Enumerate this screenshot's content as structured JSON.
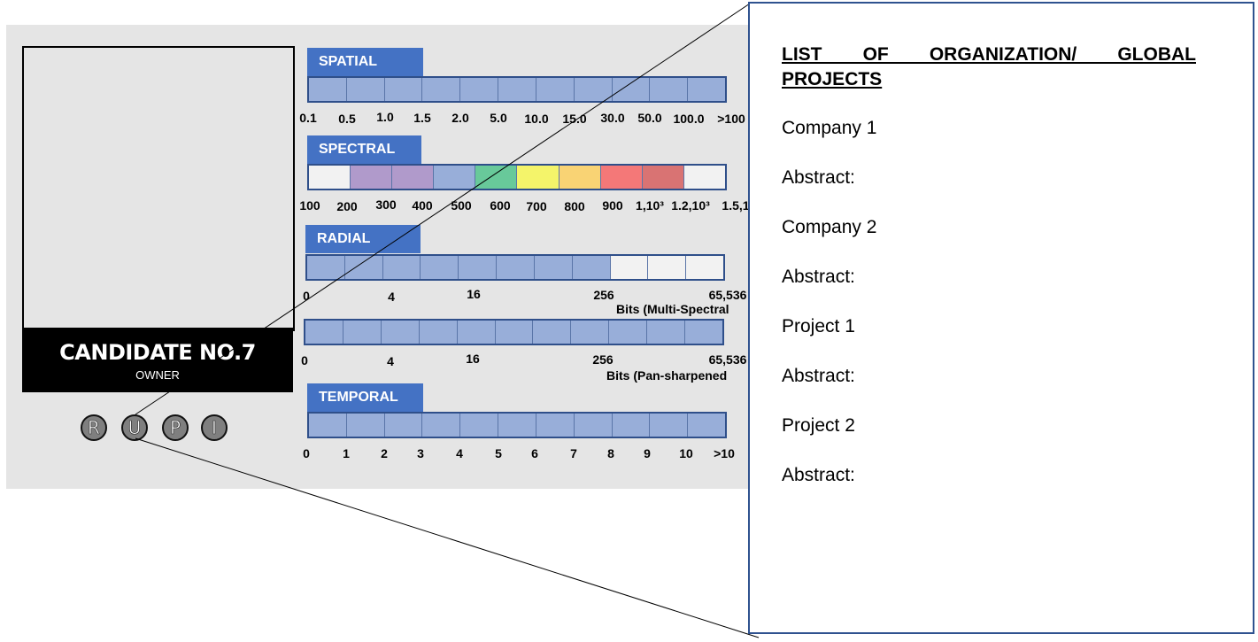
{
  "candidate": {
    "name": "CANDIDATE NO.7",
    "role": "OWNER",
    "badges": [
      "R",
      "U",
      "P",
      "I"
    ]
  },
  "spatial": {
    "title": "SPATIAL",
    "ticks": [
      "0.1",
      "0.5",
      "1.0",
      "1.5",
      "2.0",
      "5.0",
      "10.0",
      "15.0",
      "30.0",
      "50.0",
      "100.0",
      ">100"
    ],
    "cell_colors": [
      "#98aed9",
      "#98aed9",
      "#98aed9",
      "#98aed9",
      "#98aed9",
      "#98aed9",
      "#98aed9",
      "#98aed9",
      "#98aed9",
      "#98aed9",
      "#98aed9"
    ]
  },
  "spectral": {
    "title": "SPECTRAL",
    "ticks": [
      "100",
      "200",
      "300",
      "400",
      "500",
      "600",
      "700",
      "800",
      "900",
      "1,10³",
      "1.2,10³",
      "1.5,1"
    ],
    "cell_colors": [
      "#f2f2f2",
      "#b09acb",
      "#b09acb",
      "#98aed9",
      "#68c99a",
      "#f4f46a",
      "#f9d374",
      "#f47878",
      "#d97373",
      "#f2f2f2"
    ]
  },
  "radial_ms": {
    "title": "RADIAL",
    "ticks": [
      "0",
      "4",
      "16",
      "256",
      "65,536"
    ],
    "caption": "Bits (Multi-Spectral",
    "cell_colors": [
      "#98aed9",
      "#98aed9",
      "#98aed9",
      "#98aed9",
      "#98aed9",
      "#98aed9",
      "#98aed9",
      "#98aed9",
      "#f2f2f2",
      "#f2f2f2",
      "#f2f2f2"
    ]
  },
  "radial_pan": {
    "ticks": [
      "0",
      "4",
      "16",
      "256",
      "65,536"
    ],
    "caption": "Bits (Pan-sharpened",
    "cell_colors": [
      "#98aed9",
      "#98aed9",
      "#98aed9",
      "#98aed9",
      "#98aed9",
      "#98aed9",
      "#98aed9",
      "#98aed9",
      "#98aed9",
      "#98aed9",
      "#98aed9"
    ]
  },
  "temporal": {
    "title": "TEMPORAL",
    "ticks": [
      "0",
      "1",
      "2",
      "3",
      "4",
      "5",
      "6",
      "7",
      "8",
      "9",
      "10",
      ">10"
    ],
    "cell_colors": [
      "#98aed9",
      "#98aed9",
      "#98aed9",
      "#98aed9",
      "#98aed9",
      "#98aed9",
      "#98aed9",
      "#98aed9",
      "#98aed9",
      "#98aed9",
      "#98aed9"
    ]
  },
  "projects_panel": {
    "title_line1": "LIST OF ORGANIZATION/ GLOBAL",
    "title_line2": "PROJECTS",
    "items": [
      "Company 1",
      "Abstract:",
      "Company 2",
      "Abstract:",
      "Project 1",
      "Abstract:",
      "Project 2",
      "Abstract:"
    ]
  }
}
